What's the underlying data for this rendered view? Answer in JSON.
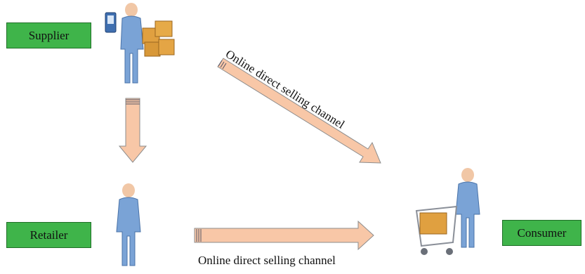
{
  "nodes": {
    "supplier": "Supplier",
    "retailer": "Retailer",
    "consumer": "Consumer"
  },
  "channels": {
    "diagonal_label": "Online direct selling channel",
    "horizontal_label": "Online direct selling channel"
  },
  "colors": {
    "box_fill": "#3fb44a",
    "arrow_fill": "#f8c7a7",
    "arrow_stroke": "#8d8d8d"
  },
  "icons": {
    "supplier": "person-with-boxes-icon",
    "retailer": "person-icon",
    "consumer": "person-with-shopping-cart-icon"
  }
}
